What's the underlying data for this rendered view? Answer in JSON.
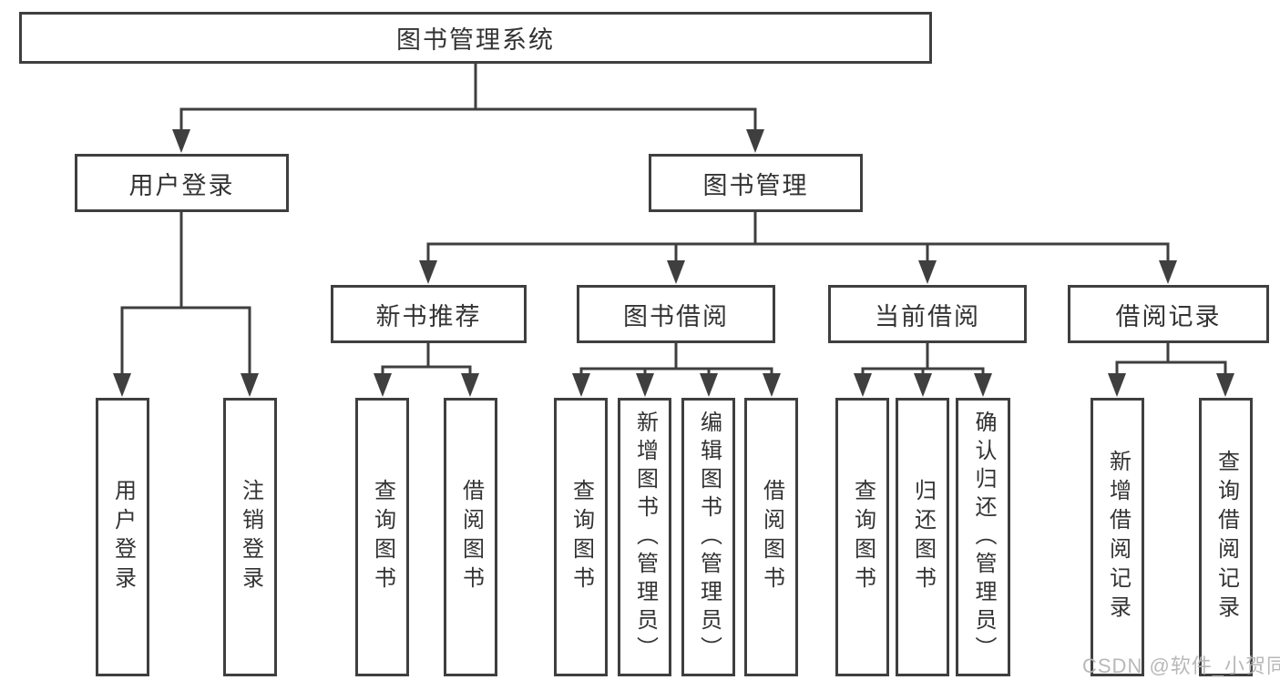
{
  "diagram": {
    "title": "图书管理系统",
    "user_login": {
      "label": "用户登录",
      "leaves": [
        "用户登录",
        "注销登录"
      ]
    },
    "book_mgmt": {
      "label": "图书管理",
      "sections": [
        {
          "label": "新书推荐",
          "leaves": [
            "查询图书",
            "借阅图书"
          ]
        },
        {
          "label": "图书借阅",
          "leaves": [
            "查询图书",
            "新增图书（管理员）",
            "编辑图书（管理员）",
            "借阅图书"
          ]
        },
        {
          "label": "当前借阅",
          "leaves": [
            "查询图书",
            "归还图书",
            "确认归还（管理员）"
          ]
        },
        {
          "label": "借阅记录",
          "leaves": [
            "新增借阅记录",
            "查询借阅记录"
          ]
        }
      ]
    }
  },
  "watermark": "CSDN @软件_小贺同学",
  "colors": {
    "line": "#3f3f3f",
    "text": "#333333",
    "watermark": "#b5b5b5"
  }
}
